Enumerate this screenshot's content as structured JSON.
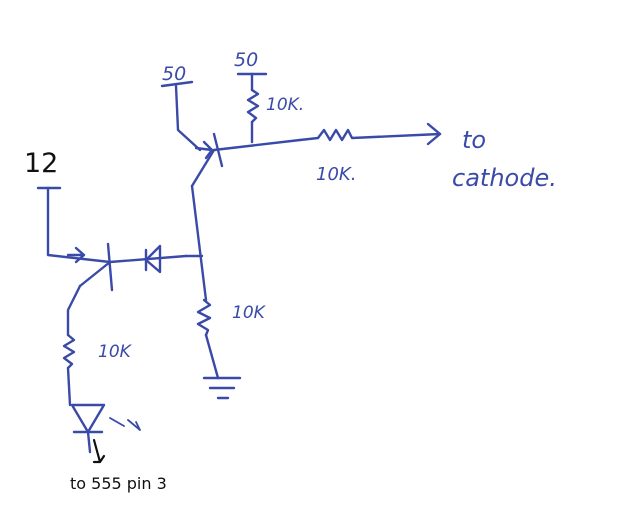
{
  "supply_left": "12",
  "supply_top_left": "50",
  "supply_top_right": "50",
  "resistor_top": "10K.",
  "resistor_series": "10K.",
  "output_label_1": "to",
  "output_label_2": "cathode.",
  "resistor_emitter": "10K",
  "resistor_base": "10K",
  "input_label": "to 555 pin 3"
}
